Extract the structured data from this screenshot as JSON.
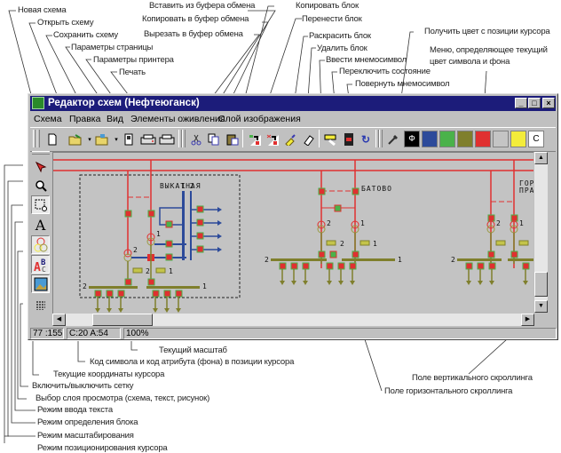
{
  "window": {
    "title": "Редактор схем (Нефтеюганск)",
    "controls": {
      "minimize": "_",
      "maximize": "□",
      "close": "×"
    }
  },
  "menu": {
    "items": [
      "Схема",
      "Правка",
      "Вид",
      "Элементы оживления",
      "Слой изображения"
    ]
  },
  "toolbar": {
    "buttons": [
      {
        "name": "new-scheme",
        "icon": "new-document-icon"
      },
      {
        "name": "open-scheme",
        "icon": "open-folder-icon"
      },
      {
        "name": "save-scheme",
        "icon": "save-folder-icon"
      },
      {
        "name": "page-setup",
        "icon": "page-setup-icon"
      },
      {
        "name": "printer-setup",
        "icon": "printer-setup-icon"
      },
      {
        "name": "print",
        "icon": "printer-icon"
      },
      {
        "name": "cut",
        "icon": "scissors-icon"
      },
      {
        "name": "copy",
        "icon": "copy-icon"
      },
      {
        "name": "paste",
        "icon": "paste-icon"
      },
      {
        "name": "copy-block",
        "icon": "copy-block-icon"
      },
      {
        "name": "move-block",
        "icon": "move-block-icon"
      },
      {
        "name": "paint-block",
        "icon": "paint-brush-icon"
      },
      {
        "name": "delete-block",
        "icon": "eraser-icon"
      },
      {
        "name": "insert-symbol",
        "icon": "insert-symbol-icon"
      },
      {
        "name": "toggle-state",
        "icon": "toggle-state-icon"
      },
      {
        "name": "rotate-symbol",
        "icon": "rotate-icon"
      },
      {
        "name": "pick-color",
        "icon": "eyedropper-icon"
      }
    ],
    "fg_glyph": "Ф",
    "bg_glyph": "С",
    "palette": [
      "#000000",
      "#2c4a9a",
      "#4ab24a",
      "#7f7f2c",
      "#e03030",
      "#c4c4c4",
      "#f3ec3a",
      "#ffffff"
    ]
  },
  "left_tools": [
    {
      "name": "cursor-mode",
      "icon": "arrow-cursor-icon"
    },
    {
      "name": "zoom-mode",
      "icon": "magnifier-icon"
    },
    {
      "name": "block-mode",
      "icon": "block-select-icon"
    },
    {
      "name": "text-mode",
      "icon": "text-icon",
      "glyph": "A"
    },
    {
      "name": "layer-scheme",
      "icon": "layer-scheme-icon"
    },
    {
      "name": "layer-text",
      "icon": "layer-text-icon"
    },
    {
      "name": "layer-picture",
      "icon": "layer-picture-icon"
    },
    {
      "name": "grid-toggle",
      "icon": "grid-icon"
    }
  ],
  "canvas": {
    "substations": [
      {
        "name": "ВЫКАТНАЯ"
      },
      {
        "name": "БАТОВО"
      },
      {
        "name": "ГОРНО\nПРАВДИНСКАЯ",
        "line1": "ГОРНО",
        "line2": "ПРАВДИНСКАЯ"
      }
    ],
    "labels": {
      "one": "1",
      "two": "2"
    }
  },
  "status": {
    "coords": "77 :155",
    "codes": "C:20  A:54",
    "zoom": "100%"
  },
  "annotations": {
    "new_scheme": "Новая схема",
    "open_scheme": "Открыть схему",
    "save_scheme": "Сохранить схему",
    "page_setup": "Параметры страницы",
    "printer_setup": "Параметры принтера",
    "print": "Печать",
    "paste": "Вставить из буфера обмена",
    "copy": "Копировать в буфер обмена",
    "cut": "Вырезать в буфер обмена",
    "copy_block": "Копировать блок",
    "move_block": "Перенести блок",
    "paint_block": "Раскрасить блок",
    "delete_block": "Удалить блок",
    "insert_symbol": "Ввести мнемосимвол",
    "toggle_state": "Переключить состояние",
    "rotate_symbol": "Повернуть мнемосимвол",
    "pick_color": "Получить цвет с позиции курсора",
    "color_menu_1": "Меню, определяющее текущий",
    "color_menu_2": "цвет символа и фона",
    "zoom_current": "Текущий масштаб",
    "codes": "Код символа и код атрибута (фона) в позиции курсора",
    "coords": "Текущие координаты курсора",
    "grid_toggle": "Включить/выключить сетку",
    "layer_select": "Выбор слоя просмотра (схема, текст, рисунок)",
    "text_mode": "Режим ввода текста",
    "block_mode": "Режим определения блока",
    "zoom_mode": "Режим масштабирования",
    "cursor_mode": "Режим позиционирования курсора",
    "vscroll": "Поле вертикального скроллинга",
    "hscroll": "Поле горизонтального скроллинга"
  }
}
